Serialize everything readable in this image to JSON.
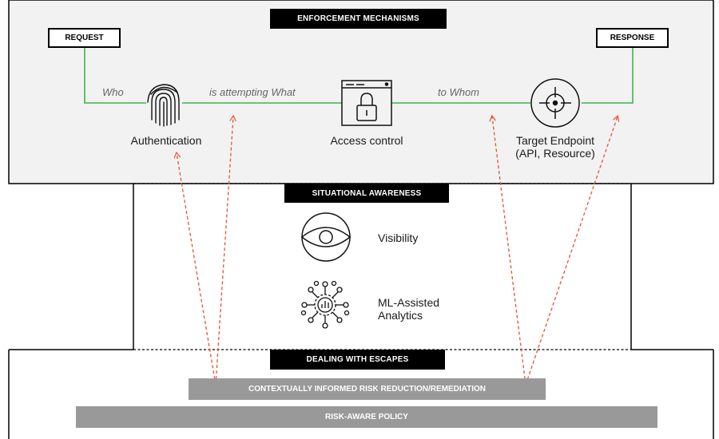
{
  "sections": {
    "enforcement": "ENFORCEMENT MECHANISMS",
    "situational": "SITUATIONAL AWARENESS",
    "escapes": "DEALING WITH ESCAPES"
  },
  "flow": {
    "request": "REQUEST",
    "response": "RESPONSE",
    "who": "Who",
    "what": "is attempting What",
    "whom": "to Whom"
  },
  "components": {
    "authentication": "Authentication",
    "access_control": "Access control",
    "target_line1": "Target Endpoint",
    "target_line2": "(API, Resource)"
  },
  "awareness": {
    "visibility": "Visibility",
    "ml_line1": "ML-Assisted",
    "ml_line2": "Analytics"
  },
  "bars": {
    "contextual": "CONTEXTUALLY INFORMED RISK REDUCTION/REMEDIATION",
    "policy": "RISK-AWARE POLICY"
  },
  "colors": {
    "flow_line": "#3cb54a",
    "feedback_arrow": "#e8532f",
    "panel_fill": "#f2f2f2",
    "bar_fill": "#999999"
  },
  "icons": [
    "fingerprint-icon",
    "lock-window-icon",
    "target-icon",
    "eye-icon",
    "ml-analytics-icon"
  ]
}
